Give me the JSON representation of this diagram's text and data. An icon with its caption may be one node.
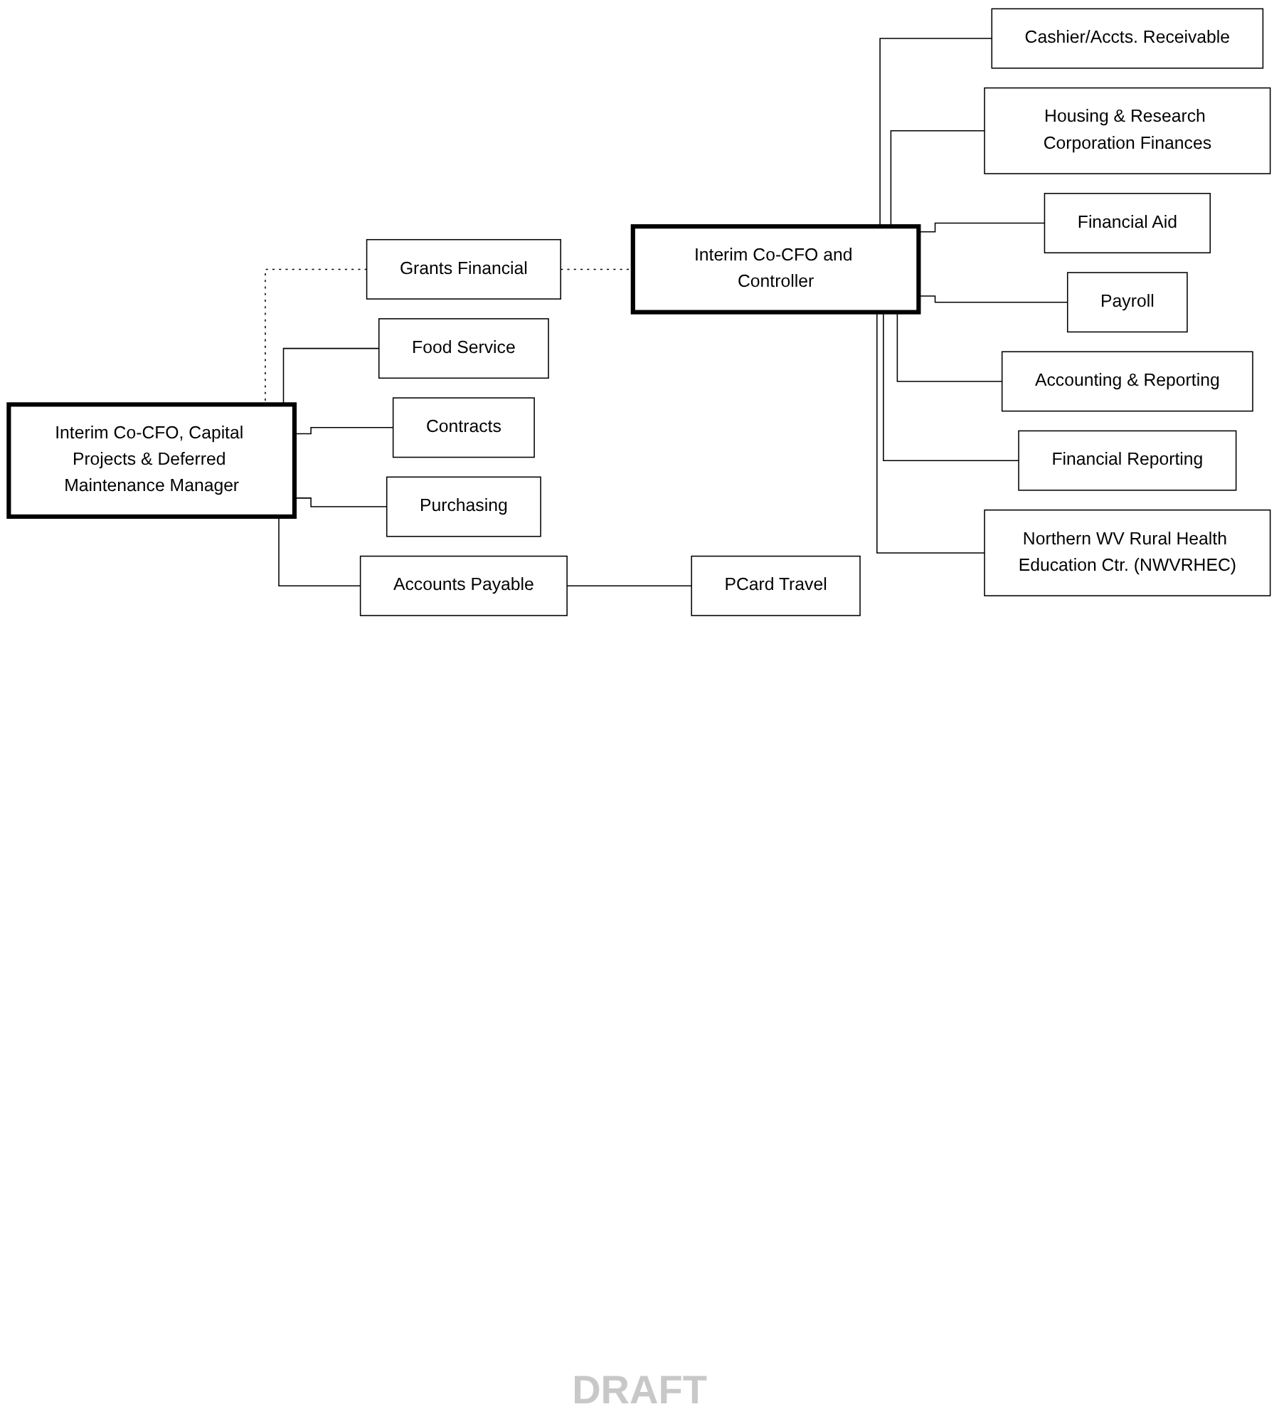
{
  "diagram": {
    "nodes": [
      {
        "text": [
          "Interim Co-CFO, Capital Projects & Deferred Maintenance Manager"
        ]
      },
      {
        "text": [
          "Interim Co-CFO and Controller"
        ]
      },
      {
        "text": [
          "Grants Financial"
        ]
      },
      {
        "text": [
          "Food Service"
        ]
      },
      {
        "text": [
          "Contracts"
        ]
      },
      {
        "text": [
          "Purchasing"
        ]
      },
      {
        "text": [
          "Accounts Payable"
        ]
      },
      {
        "text": [
          "PCard Travel"
        ]
      },
      {
        "text": [
          "Cashier/Accts. Receivable"
        ]
      },
      {
        "text": [
          "Housing & Research Corporation Finances"
        ]
      },
      {
        "text": [
          "Financial Aid"
        ]
      },
      {
        "text": [
          "Payroll"
        ]
      },
      {
        "text": [
          "Accounting & Reporting"
        ]
      },
      {
        "text": [
          "Financial Reporting"
        ]
      },
      {
        "text": [
          "Northern WV Rural Health Education Ctr. (NWVRHEC)"
        ]
      }
    ],
    "edges": [
      {
        "from": 0,
        "to": 2,
        "arrow": "none",
        "style": "dashed"
      },
      {
        "from": 2,
        "to": 1,
        "arrow": "none",
        "style": "dashed"
      },
      {
        "from": 0,
        "to": 3,
        "arrow": "none"
      },
      {
        "from": 0,
        "to": 4,
        "arrow": "none"
      },
      {
        "from": 0,
        "to": 5,
        "arrow": "none"
      },
      {
        "from": 0,
        "to": 6,
        "arrow": "none"
      },
      {
        "from": 6,
        "to": 7,
        "arrow": "none"
      },
      {
        "from": 1,
        "to": 8,
        "arrow": "none"
      },
      {
        "from": 1,
        "to": 9,
        "arrow": "none"
      },
      {
        "from": 1,
        "to": 10,
        "arrow": "none"
      },
      {
        "from": 1,
        "to": 11,
        "arrow": "none"
      },
      {
        "from": 1,
        "to": 12,
        "arrow": "none"
      },
      {
        "from": 1,
        "to": 13,
        "arrow": "none"
      },
      {
        "from": 1,
        "to": 14,
        "arrow": "none"
      }
    ],
    "labels": [
      "DRAFT"
    ]
  }
}
